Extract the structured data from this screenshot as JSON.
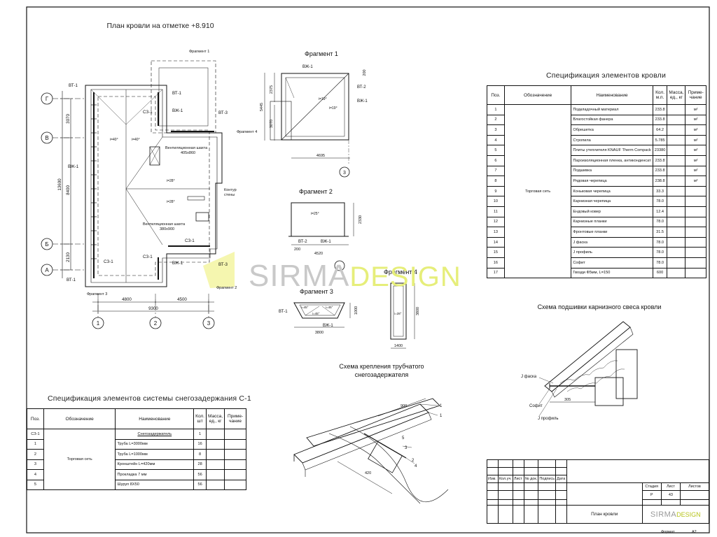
{
  "plan": {
    "title": "План кровли на отметке +8.910",
    "axes_rows": [
      "Г",
      "В",
      "Б",
      "А"
    ],
    "axes_cols": [
      "1",
      "2",
      "3"
    ],
    "dims_left": [
      "3070",
      "8400",
      "2130",
      "13600"
    ],
    "dims_bottom": [
      "4800",
      "4500",
      "9300"
    ],
    "labels": {
      "vt1": "ВТ-1",
      "vt3": "ВТ-3",
      "vzh1": "ВЖ-1",
      "sz1": "СЗ-1",
      "slope40a": "i=40°",
      "slope40b": "i=40°",
      "slope28a": "i=28°",
      "slope28b": "i=28°",
      "shaft1": "Вентиляционная шахта",
      "shaft1_size": "405х860",
      "shaft2": "Вентиляционная шахта",
      "shaft2_size": "380х900",
      "wall_contour_1": "Контур",
      "wall_contour_2": "стены",
      "frag1": "Фрагмент 1",
      "frag2": "Фрагмент 2",
      "frag3": "Фрагмент 3",
      "frag4": "Фрагмент 4"
    }
  },
  "fragment1": {
    "title": "Фрагмент 1",
    "labels": {
      "vzh1a": "ВЖ-1",
      "vt2": "ВТ-2",
      "vzh1b": "ВЖ-1",
      "s1": "i=19°",
      "s2": "i=19°",
      "axis": "3"
    },
    "dims": {
      "a": "200",
      "b": "2375",
      "c": "5445",
      "d": "3070",
      "e": "4695"
    }
  },
  "fragment2": {
    "title": "Фрагмент 2",
    "labels": {
      "vt2": "ВТ-2",
      "vzh1": "ВЖ-1",
      "slope": "i=25°"
    },
    "dims": {
      "h": "2330",
      "a": "200",
      "b": "4520"
    }
  },
  "fragment3": {
    "title": "Фрагмент 3",
    "labels": {
      "vt1": "ВТ-1",
      "vzh1": "ВЖ-1",
      "s1": "i=45°",
      "s2": "i=45°",
      "s3": "i=45°"
    },
    "dims": {
      "h": "1000",
      "w": "3800"
    }
  },
  "fragment4": {
    "title": "Фрагмент 4",
    "labels": {
      "slope": "i=28°"
    },
    "dims": {
      "h": "3800",
      "w": "1400"
    }
  },
  "roof_spec": {
    "title": "Спецификация элементов кровли",
    "headers": [
      "Поз.",
      "Обозначение",
      "Наименование",
      "Кол. м.п.",
      "Масса, ед., кг",
      "Приме- чание"
    ],
    "designation": "Торговая сеть",
    "rows": [
      {
        "pos": "1",
        "name": "Подкладочный материал",
        "qty": "233.8",
        "note": "м²"
      },
      {
        "pos": "2",
        "name": "Влагостойкая фанера",
        "qty": "233.8",
        "note": "м²"
      },
      {
        "pos": "3",
        "name": "Обрешетка",
        "qty": "64.2",
        "note": "м²"
      },
      {
        "pos": "4",
        "name": "Стропила",
        "qty": "5.785",
        "note": "м²"
      },
      {
        "pos": "5",
        "name": "Плиты утеплителя KNAUF Therm Compack",
        "qty": "23380",
        "note": "м²"
      },
      {
        "pos": "6",
        "name": "Пароизоляционная пленка, антиконденсат",
        "qty": "233.8",
        "note": "м²"
      },
      {
        "pos": "7",
        "name": "Подшивка",
        "qty": "233.8",
        "note": "м²"
      },
      {
        "pos": "8",
        "name": "Рядовая черепица",
        "qty": "238.8",
        "note": "м²"
      },
      {
        "pos": "9",
        "name": "Коньковая черепица",
        "qty": "33.3",
        "note": ""
      },
      {
        "pos": "10",
        "name": "Карнизная черепица",
        "qty": "78.0",
        "note": ""
      },
      {
        "pos": "11",
        "name": "Ендовый ковер",
        "qty": "12.4",
        "note": ""
      },
      {
        "pos": "12",
        "name": "Карнизные планки",
        "qty": "78.0",
        "note": ""
      },
      {
        "pos": "13",
        "name": "Фронтовые планки",
        "qty": "31.5",
        "note": ""
      },
      {
        "pos": "14",
        "name": "J фаска",
        "qty": "78.0",
        "note": ""
      },
      {
        "pos": "15",
        "name": "J профиль",
        "qty": "78.0",
        "note": ""
      },
      {
        "pos": "16",
        "name": "Софит",
        "qty": "78.0",
        "note": ""
      },
      {
        "pos": "17",
        "name": "Гвозди Ф5мм, L=150",
        "qty": "600",
        "note": ""
      }
    ]
  },
  "snow_spec": {
    "title": "Спецификация элементов системы снегозадержания С-1",
    "headers": [
      "Поз.",
      "Обозначение",
      "Наименование",
      "Кол. шт",
      "Масса, ед., кг",
      "Приме- чание"
    ],
    "designation": "Торговая сеть",
    "rows": [
      {
        "pos": "СЗ-1",
        "name": "Снегозадержатель",
        "qty": "1",
        "underline": true
      },
      {
        "pos": "1",
        "name": "Труба L=3000мм",
        "qty": "16",
        "underline": false
      },
      {
        "pos": "2",
        "name": "Труба L=1000мм",
        "qty": "8",
        "underline": false
      },
      {
        "pos": "3",
        "name": "Кронштейн L=420мм",
        "qty": "28",
        "underline": false
      },
      {
        "pos": "4",
        "name": "Прокладка 7 мм",
        "qty": "56",
        "underline": false
      },
      {
        "pos": "5",
        "name": "Шуруп 8Х50",
        "qty": "56",
        "underline": false
      }
    ]
  },
  "mount_scheme": {
    "title_1": "Схема крепления трубчатого",
    "title_2": "снегозадержателя",
    "labels": {
      "n1": "1",
      "n1b": "1",
      "n2": "2",
      "n3": "3",
      "n4": "4",
      "n5": "5",
      "d900": "900",
      "d420": "420"
    }
  },
  "eave_scheme": {
    "title": "Схема подшивки карнизного свеса кровли",
    "labels": {
      "j_chamfer": "J фаска",
      "soffit": "Софит",
      "j_profile": "J профиль",
      "dim": "305"
    }
  },
  "stamp": {
    "cols": [
      "Изм.",
      "Кол.уч.",
      "Лист",
      "№ док.",
      "Подпись",
      "Дата"
    ],
    "stage_h": "Стадия",
    "sheet_h": "Лист",
    "sheets_h": "Листов",
    "stage": "Р",
    "sheet": "43",
    "drawing_name": "План кровли",
    "format_label": "Формат",
    "format": "А2",
    "logo_1": "SIRMA",
    "logo_2": "DESIGN"
  },
  "watermark": {
    "part1": "SIRMA",
    "part2": "DESIGN"
  }
}
